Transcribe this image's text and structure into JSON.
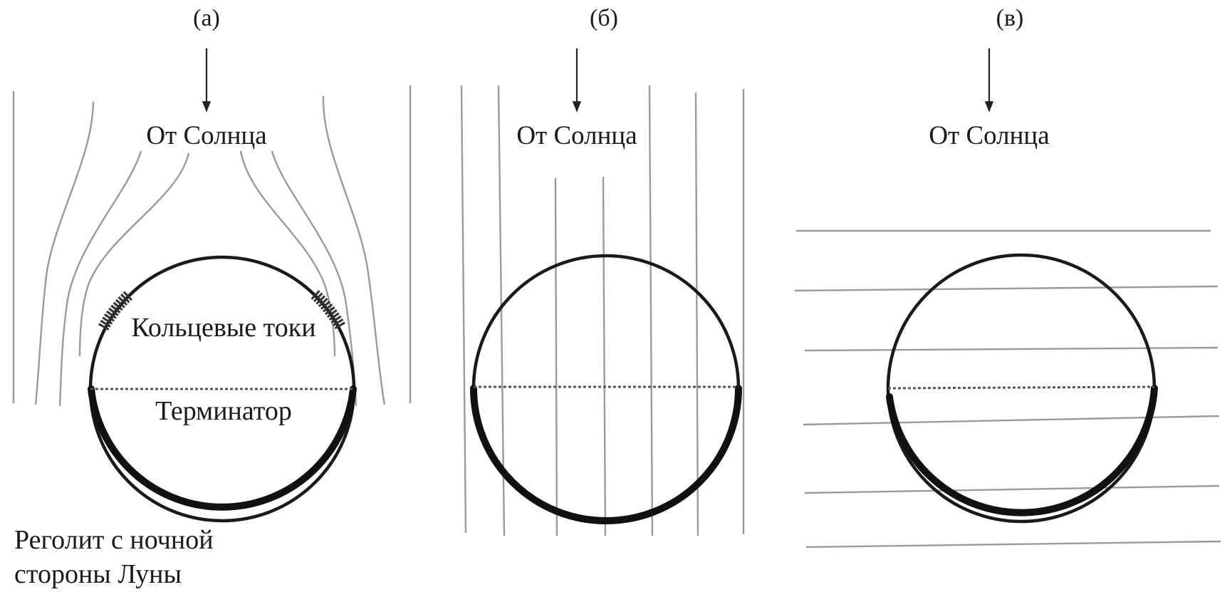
{
  "panels": [
    {
      "label": "(а)",
      "sun_label": "От Солнца"
    },
    {
      "label": "(б)",
      "sun_label": "От Солнца"
    },
    {
      "label": "(в)",
      "sun_label": "От Солнца"
    }
  ],
  "annotations": {
    "ring_currents": "Кольцевые токи",
    "terminator": "Терминатор",
    "regolith_line1": "Реголит с ночной",
    "regolith_line2": "стороны Луны"
  }
}
